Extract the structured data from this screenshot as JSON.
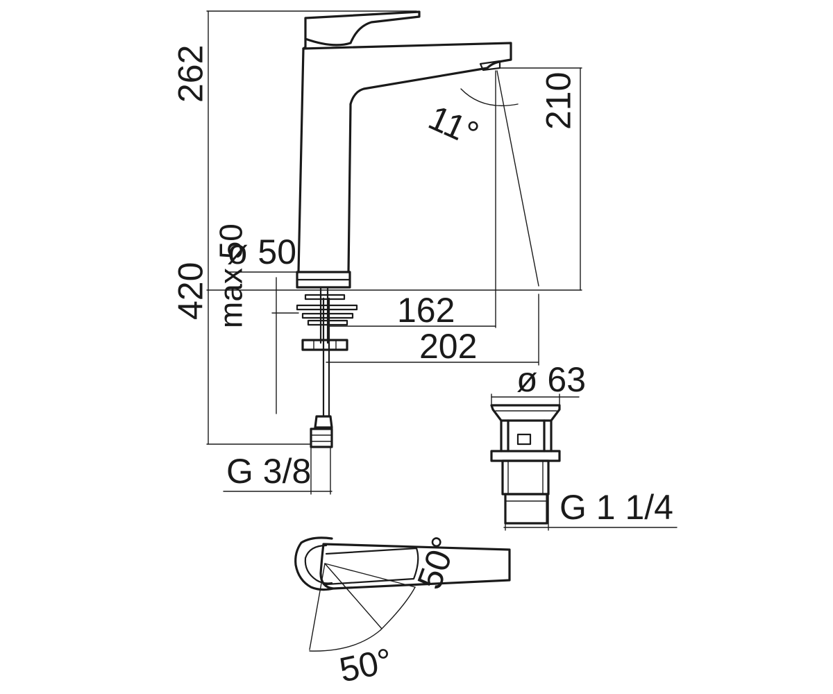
{
  "dimensions": {
    "total_height": "262",
    "spout_height": "210",
    "spout_angle": "11°",
    "base_diameter": "ø 50",
    "spout_reach": "162",
    "overall_reach": "202",
    "hose_length": "420",
    "max_deck_thickness": "max 50",
    "inlet_thread": "G 3/8",
    "waste_diameter": "ø 63",
    "waste_thread": "G 1 1/4",
    "lever_angle_left": "50°",
    "lever_angle_right": "50°"
  }
}
